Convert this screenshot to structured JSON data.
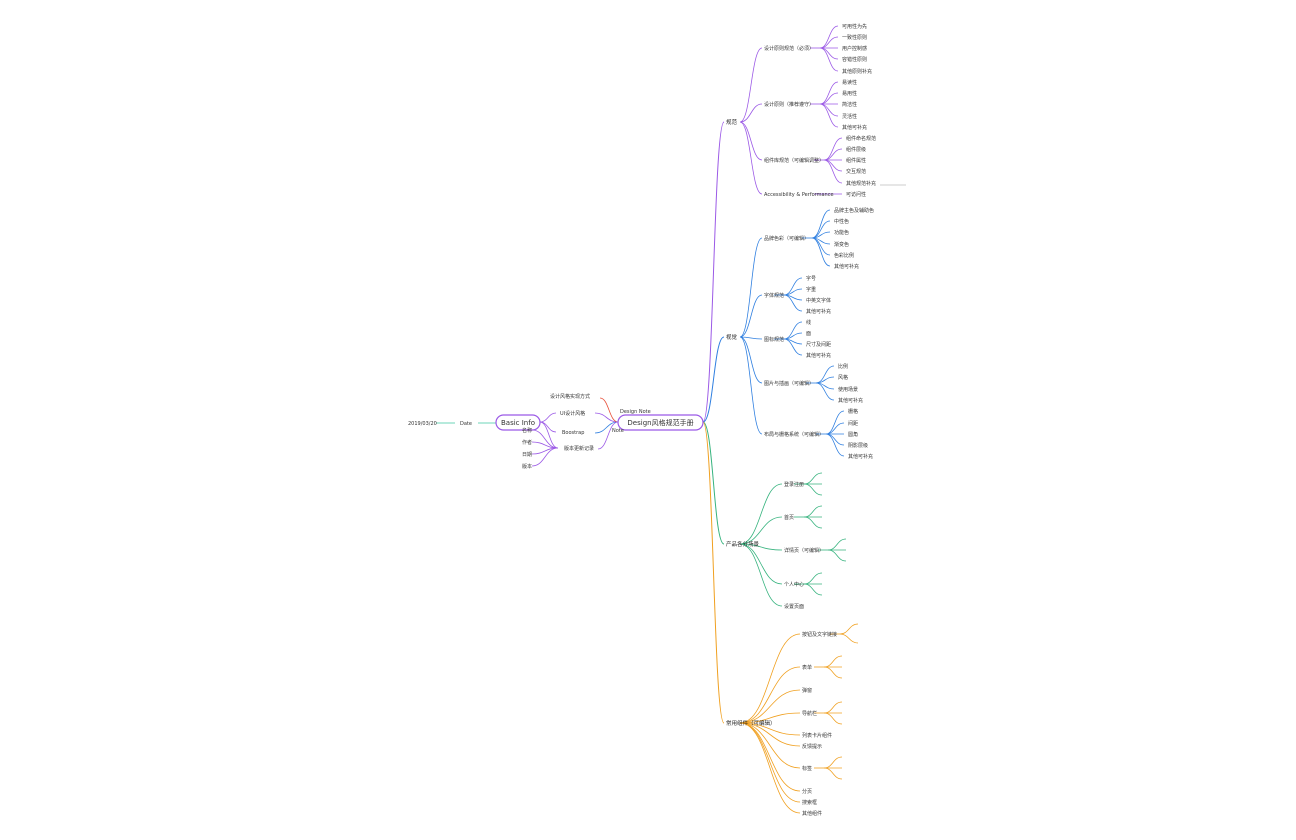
{
  "colors": {
    "purple": "#9b59e6",
    "blue": "#2f7fe0",
    "green": "#36b37e",
    "orange": "#f0a020",
    "red": "#e8503a",
    "teal": "#3cc8a0",
    "text": "#333333"
  },
  "root": {
    "label": "Design风格规范手册"
  },
  "basic_info": {
    "label": "Basic Info"
  },
  "left": {
    "top_note": "设计风格实现方式",
    "date_label": "2019/03/20",
    "date_tag": "Date",
    "item1": "UI设计风格",
    "item2": "Boostrap",
    "item3": "版本更新记录",
    "item3_children": [
      "名称",
      "作者",
      "日期",
      "版本"
    ],
    "item1_side": "Design Note",
    "item2_side": "Note"
  },
  "branches": {
    "b1": {
      "label": "规范",
      "children": [
        {
          "label": "设计原则规范（必须）",
          "leaves": [
            "可用性为先",
            "一致性原则",
            "用户控制感",
            "容错性原则",
            "其他原则补充"
          ]
        },
        {
          "label": "设计原则（推荐遵守）",
          "leaves": [
            "易读性",
            "易用性",
            "简洁性",
            "灵活性",
            "其他可补充"
          ]
        },
        {
          "label": "组件库规范（可编辑调整）",
          "leaves": [
            "组件命名规范",
            "组件层级",
            "组件属性",
            "交互规范",
            "其他规范补充"
          ]
        },
        {
          "label": "Accessibility & Performance",
          "leaves": [
            "可访问性"
          ]
        }
      ]
    },
    "b2": {
      "label": "视觉",
      "children": [
        {
          "label": "品牌色彩（可编辑）",
          "leaves": [
            "品牌主色及辅助色",
            "中性色",
            "功能色",
            "渐变色",
            "色彩比例",
            "其他可补充"
          ]
        },
        {
          "label": "字体规范",
          "leaves": [
            "字号",
            "字重",
            "中英文字体",
            "其他可补充"
          ]
        },
        {
          "label": "图标规范",
          "leaves": [
            "线",
            "面",
            "尺寸及间距",
            "其他可补充"
          ]
        },
        {
          "label": "图片与插画（可编辑）",
          "leaves": [
            "比例",
            "风格",
            "使用场景",
            "其他可补充"
          ]
        },
        {
          "label": "布局与栅格系统（可编辑）",
          "leaves": [
            "栅格",
            "间距",
            "圆角",
            "阴影层级",
            "其他可补充"
          ]
        }
      ]
    },
    "b3": {
      "label": "产品各分场景",
      "children": [
        {
          "label": "登录注册",
          "leaves": [
            "",
            "",
            ""
          ]
        },
        {
          "label": "首页",
          "leaves": [
            "",
            "",
            ""
          ]
        },
        {
          "label": "详情页（可编辑）",
          "leaves": [
            "",
            "",
            ""
          ]
        },
        {
          "label": "个人中心",
          "leaves": [
            "",
            "",
            ""
          ]
        },
        {
          "label": "设置页面",
          "leaves": []
        }
      ]
    },
    "b4": {
      "label": "常用组件（可编辑）",
      "children": [
        {
          "label": "按钮及文字链接",
          "leaves": [
            "",
            ""
          ]
        },
        {
          "label": "表单",
          "leaves": [
            "",
            "",
            ""
          ]
        },
        {
          "label": "弹窗",
          "leaves": []
        },
        {
          "label": "导航栏",
          "leaves": [
            "",
            "",
            ""
          ]
        },
        {
          "label": "列表卡片组件",
          "leaves": []
        },
        {
          "label": "反馈提示",
          "leaves": []
        },
        {
          "label": "标签",
          "leaves": [
            "",
            "",
            ""
          ]
        },
        {
          "label": "分页",
          "leaves": []
        },
        {
          "label": "搜索框",
          "leaves": []
        },
        {
          "label": "其他组件",
          "leaves": []
        }
      ]
    }
  }
}
